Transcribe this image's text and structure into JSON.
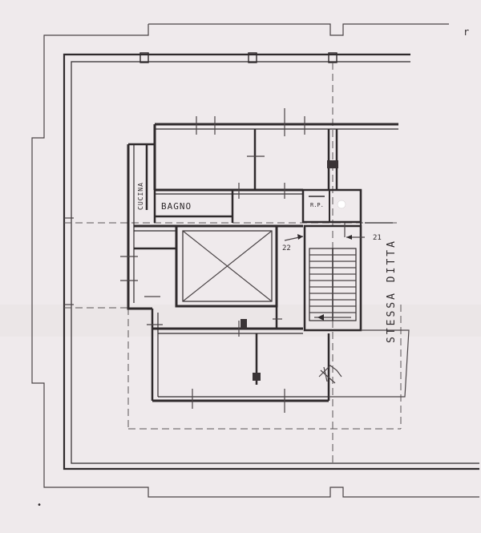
{
  "labels": {
    "bagno": "BAGNO",
    "cucina": "CUCINA",
    "rp": "R.P.",
    "stessa_ditta": "STESSA DITTA",
    "dim_left": "22",
    "dim_right": "21"
  },
  "colors": {
    "paper": "#efeaec",
    "ink": "#2f2a2c"
  }
}
